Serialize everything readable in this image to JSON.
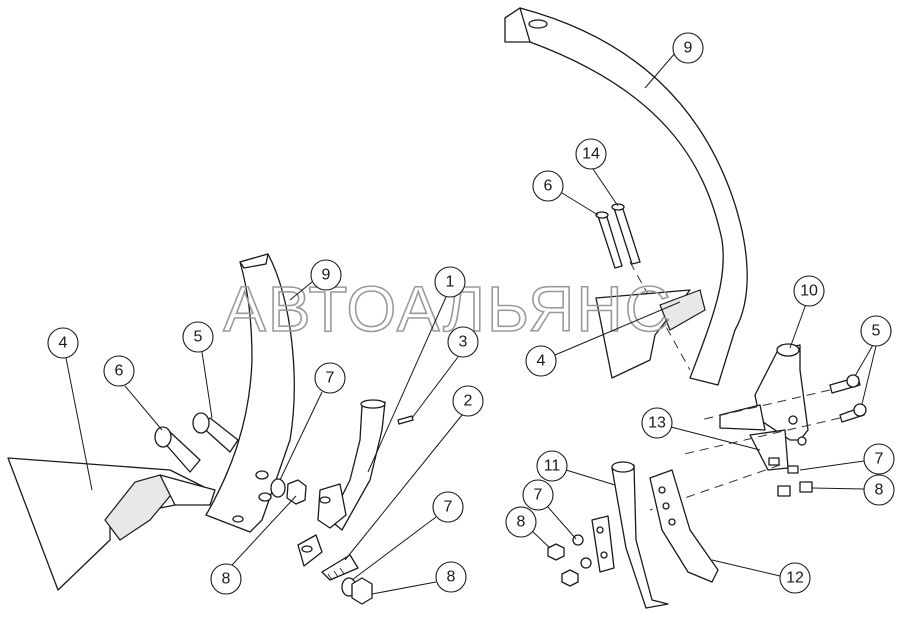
{
  "watermark": "АВТОАЛЬЯНС",
  "callouts": [
    "9",
    "14",
    "6",
    "10",
    "5",
    "4",
    "13",
    "7",
    "11",
    "7",
    "8",
    "8",
    "12",
    "4",
    "6",
    "5",
    "9",
    "1",
    "3",
    "7",
    "2",
    "7",
    "8",
    "8"
  ]
}
